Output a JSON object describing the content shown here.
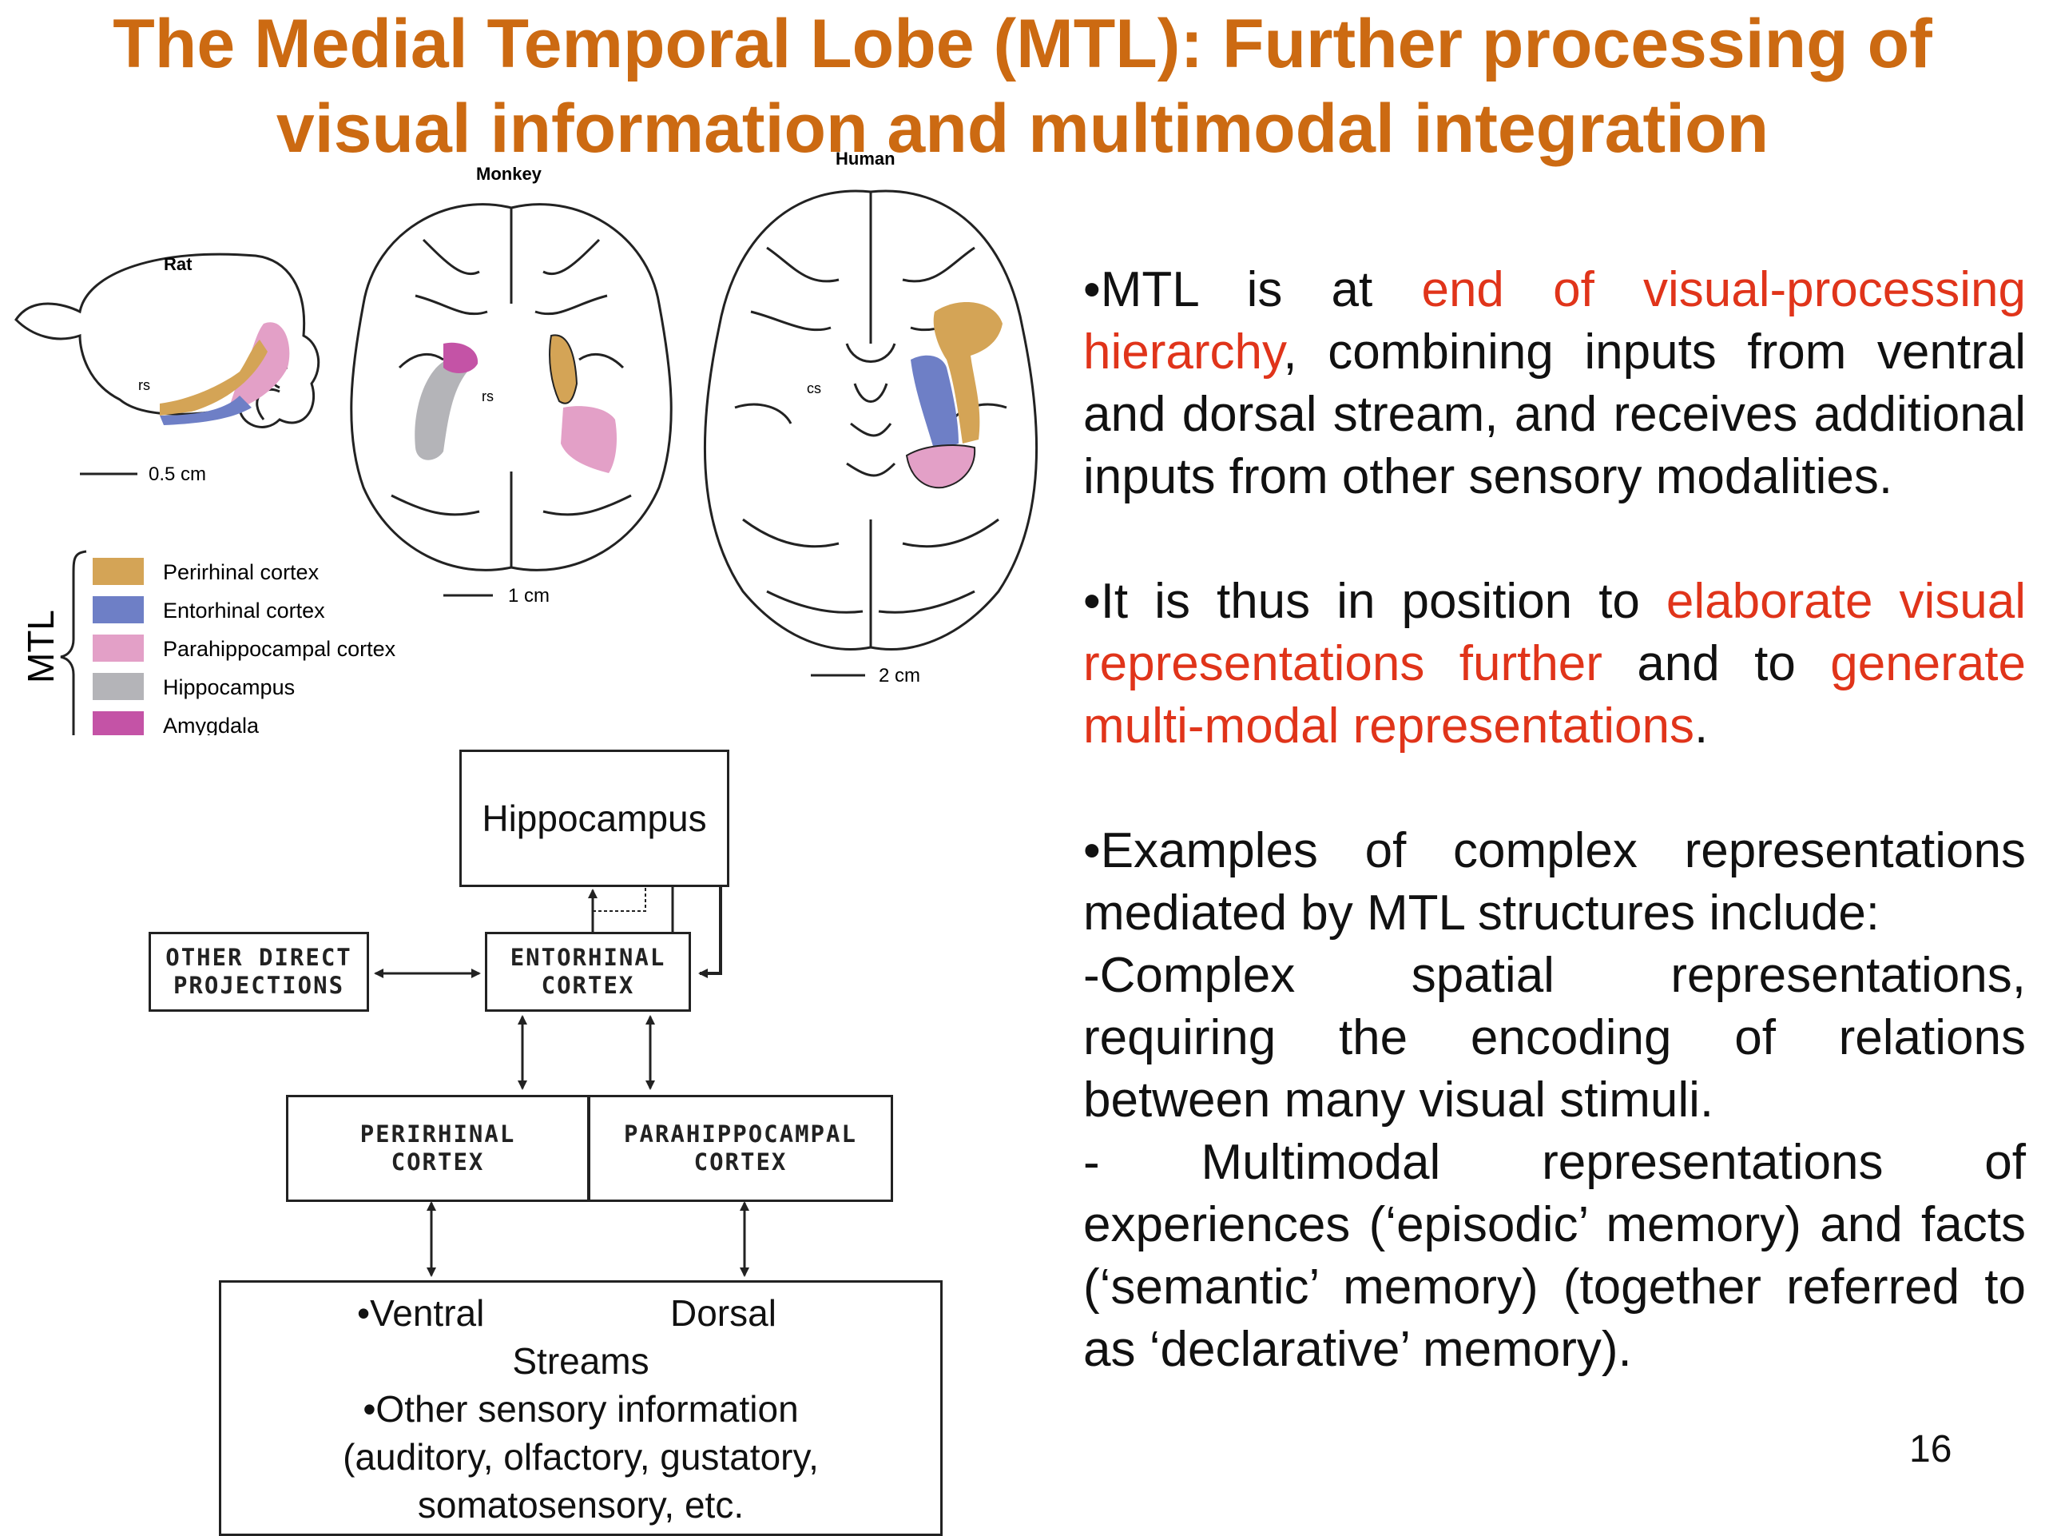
{
  "title": {
    "line1": "The Medial Temporal Lobe (MTL): Further processing of",
    "line2": "visual information and multimodal integration"
  },
  "figure": {
    "labels": {
      "monkey": "Monkey",
      "human": "Human",
      "rat": "Rat",
      "rs_rat": "rs",
      "rs_monkey": "rs",
      "cs_human": "cs",
      "scale_rat": "0.5 cm",
      "scale_monkey": "1 cm",
      "scale_human": "2 cm",
      "mtl": "MTL"
    },
    "legend": [
      {
        "label": "Perirhinal cortex",
        "color": "#d4a456"
      },
      {
        "label": "Entorhinal cortex",
        "color": "#6e7fc6"
      },
      {
        "label": "Parahippocampal cortex",
        "color": "#e3a0c7"
      },
      {
        "label": "Hippocampus",
        "color": "#b4b4b8"
      },
      {
        "label": "Amygdala",
        "color": "#c453a6"
      }
    ]
  },
  "flow": {
    "hippocampus": "Hippocampus",
    "other_direct_line1": "OTHER DIRECT",
    "other_direct_line2": "PROJECTIONS",
    "entorhinal_line1": "ENTORHINAL",
    "entorhinal_line2": "CORTEX",
    "perirhinal_line1": "PERIRHINAL",
    "perirhinal_line2": "CORTEX",
    "parahippocampal_line1": "PARAHIPPOCAMPAL",
    "parahippocampal_line2": "CORTEX",
    "streams": {
      "ventral": "•Ventral",
      "dorsal": "Dorsal",
      "streams": "Streams",
      "other": "•Other sensory information",
      "detail1": "(auditory, olfactory, gustatory,",
      "detail2": "somatosensory, etc."
    }
  },
  "text": {
    "p1": {
      "a": "•MTL is at ",
      "b_red": "end of visual-processing hierarchy",
      "c": ", combining inputs from ventral and dorsal stream, and receives additional inputs from other sensory modalities."
    },
    "p2": {
      "a": "•It is thus in position to ",
      "b_red": "elaborate visual representations further",
      "c": " and to ",
      "d_red": "generate multi-modal representations",
      "e": "."
    },
    "p3": {
      "line1": "•Examples of complex representations mediated by MTL structures include:",
      "line2": "-Complex spatial representations, requiring the encoding of relations between many visual stimuli.",
      "line3": "- Multimodal representations of experiences (‘episodic’ memory) and facts (‘semantic’ memory) (together referred to as ‘declarative’ memory)."
    }
  },
  "page_number": "16"
}
